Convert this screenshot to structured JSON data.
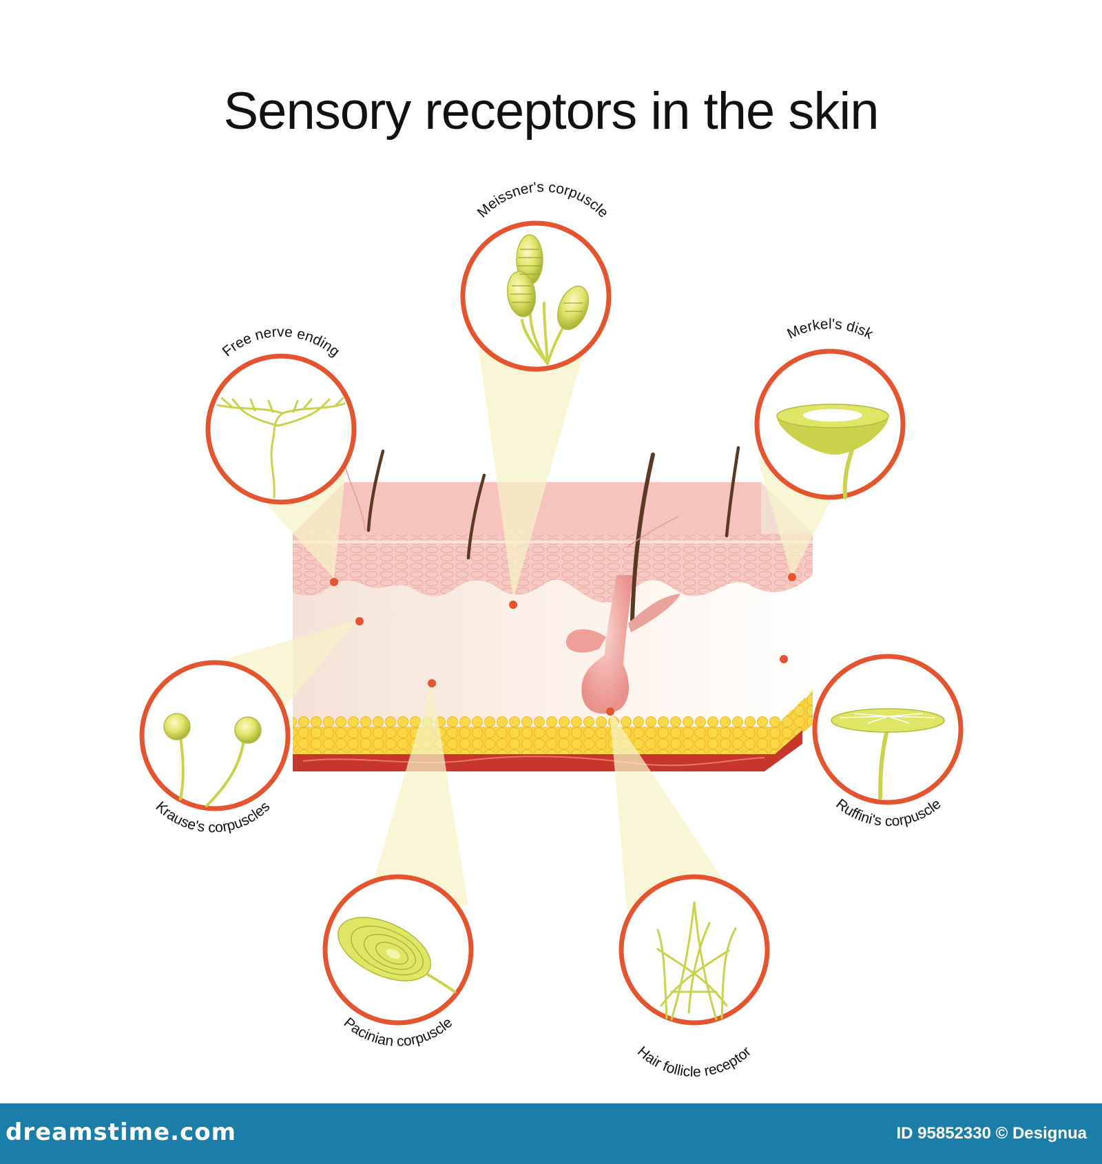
{
  "title": "Sensory receptors in the skin",
  "receptors": {
    "meissner": "Meissner's corpuscle",
    "free_nerve": "Free nerve ending",
    "merkel": "Merkel's disk",
    "krause": "Krause's  corpuscles",
    "ruffini": "Ruffini's corpuscle",
    "pacinian": "Pacinian corpuscle",
    "hair_follicle": "Hair follicle receptor"
  },
  "footer": {
    "brand": "dreamstime.com",
    "photo_id": "ID 95852330 © Designua"
  },
  "colors": {
    "circle_ring": "#e4552f",
    "beam": "#f6f3c6",
    "receptor": "#d4dc5a",
    "epidermis": "#f7c9c3",
    "dermis": "#fbece4",
    "fat": "#f8d040",
    "muscle": "#c6362a",
    "footer_bg": "#1b7ea8"
  }
}
